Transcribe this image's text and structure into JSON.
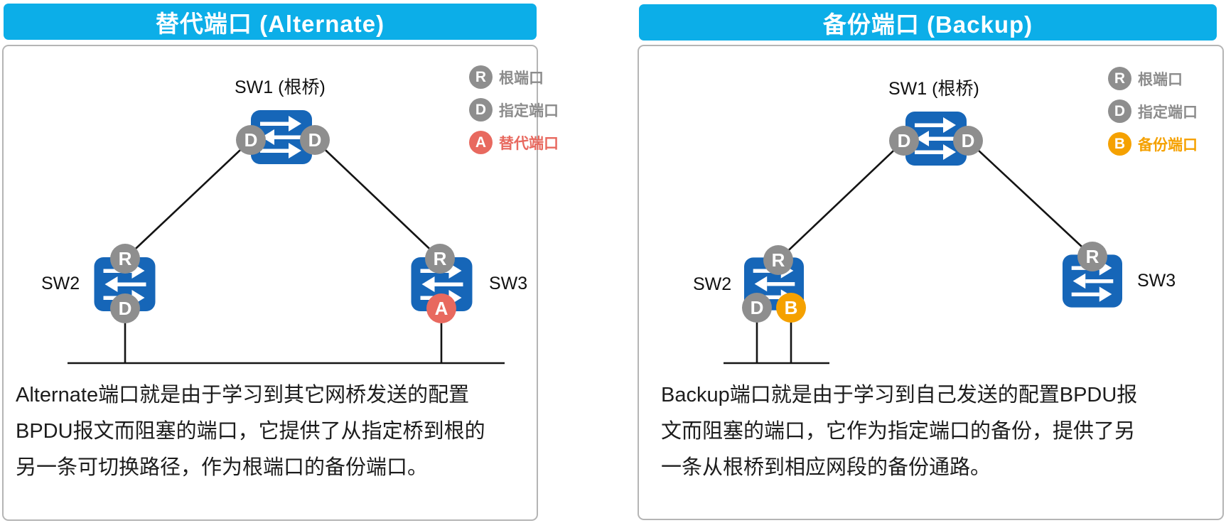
{
  "panels": [
    {
      "title": "替代端口 (Alternate)",
      "legend": [
        {
          "letter": "R",
          "label": "根端口"
        },
        {
          "letter": "D",
          "label": "指定端口"
        },
        {
          "letter": "A",
          "label": "替代端口"
        }
      ],
      "sw1": {
        "label": "SW1 (根桥)",
        "left_badge": "D",
        "right_badge": "D"
      },
      "sw2": {
        "label": "SW2",
        "top_badge": "R",
        "bottom_badge": "D"
      },
      "sw3": {
        "label": "SW3",
        "top_badge": "R",
        "bottom_badge": "A"
      },
      "description": [
        "Alternate端口就是由于学习到其它网桥发送的配置",
        "BPDU报文而阻塞的端口，它提供了从指定桥到根的",
        "另一条可切换路径，作为根端口的备份端口。"
      ]
    },
    {
      "title": "备份端口 (Backup)",
      "legend": [
        {
          "letter": "R",
          "label": "根端口"
        },
        {
          "letter": "D",
          "label": "指定端口"
        },
        {
          "letter": "B",
          "label": "备份端口"
        }
      ],
      "sw1": {
        "label": "SW1 (根桥)",
        "left_badge": "D",
        "right_badge": "D"
      },
      "sw2": {
        "label": "SW2",
        "top_badge": "R",
        "bottom_left_badge": "D",
        "bottom_right_badge": "B"
      },
      "sw3": {
        "label": "SW3",
        "top_badge": "R"
      },
      "description": [
        "Backup端口就是由于学习到自己发送的配置BPDU报",
        "文而阻塞的端口，它作为指定端口的备份，提供了另",
        "一条从根桥到相应网段的备份通路。"
      ]
    }
  ],
  "colors": {
    "header_cyan": "#0caee8",
    "switch_blue": "#1666b8",
    "role_gray": "#8e8e8e",
    "alternate_red": "#e8695f",
    "backup_orange": "#f5a100"
  }
}
